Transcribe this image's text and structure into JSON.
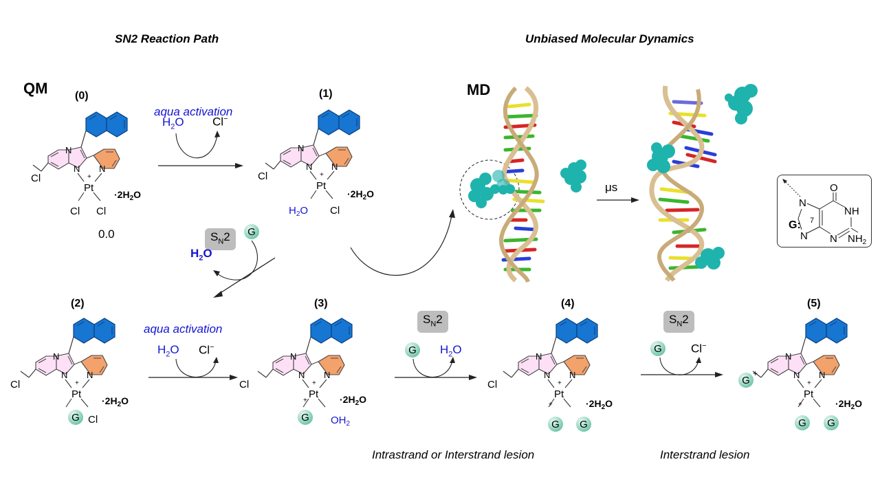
{
  "headers": {
    "left": "SN2 Reaction Path",
    "right": "Unbiased Molecular Dynamics"
  },
  "section_labels": {
    "qm": "QM",
    "md": "MD"
  },
  "compounds": [
    {
      "id": "(0)",
      "pt_ligands": [
        "Cl",
        "Cl"
      ],
      "hydration": "2H2O",
      "energy": "0.0",
      "chloromethyl": "Cl"
    },
    {
      "id": "(1)",
      "pt_ligands": [
        "H2O",
        "Cl"
      ],
      "hydration": "2H2O",
      "chloromethyl": "Cl"
    },
    {
      "id": "(2)",
      "pt_ligands": [
        "G",
        "Cl"
      ],
      "hydration": "2H2O",
      "chloromethyl": "Cl"
    },
    {
      "id": "(3)",
      "pt_ligands": [
        "G",
        "OH2"
      ],
      "hydration": "2H2O",
      "chloromethyl": "Cl"
    },
    {
      "id": "(4)",
      "pt_ligands": [
        "G",
        "G"
      ],
      "hydration": "2H2O",
      "chloromethyl": "Cl"
    },
    {
      "id": "(5)",
      "pt_ligands": [
        "G",
        "G"
      ],
      "hydration": "2H2O",
      "chloromethyl": "G+"
    }
  ],
  "steps": [
    {
      "from": "(0)",
      "to": "(1)",
      "label": "aqua activation",
      "in": "H2O",
      "out": "Cl−"
    },
    {
      "from": "(1)",
      "to": "(2)",
      "badge": "SN2",
      "in": "G",
      "out": "H2O"
    },
    {
      "from": "(2)",
      "to": "(3)",
      "label": "aqua activation",
      "in": "H2O",
      "out": "Cl−"
    },
    {
      "from": "(3)",
      "to": "(4)",
      "badge": "SN2",
      "in": "G",
      "out": "H2O"
    },
    {
      "from": "(4)",
      "to": "(5)",
      "badge": "SN2",
      "in": "G",
      "out": "Cl−"
    }
  ],
  "md": {
    "time_label": "μs"
  },
  "guanine_box": {
    "label": "G:",
    "position_label": "7",
    "atoms": [
      "N",
      "N",
      "N",
      "NH",
      "NH2",
      "O"
    ]
  },
  "bottom_labels": {
    "left": "Intrastrand or Interstrand lesion",
    "right": "Interstrand lesion"
  },
  "colors": {
    "naphthalene": "#1676d2",
    "pyridine": "#f3a26c",
    "imidazopyridine": "#fde0f6",
    "blue_text": "#1414d2",
    "guanine_ball": "#7fcfb5",
    "sn2_badge": "#bdbdbd",
    "dna_backbone": "#d9bf92",
    "ligand_spheres": "#1fb3ad"
  }
}
